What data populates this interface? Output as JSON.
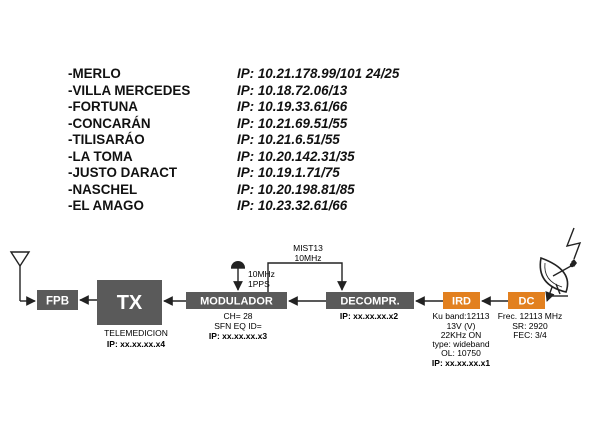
{
  "sites": [
    {
      "name": "-MERLO",
      "ip": "IP: 10.21.178.99/101 24/25"
    },
    {
      "name": "-VILLA MERCEDES",
      "ip": "IP: 10.18.72.06/13"
    },
    {
      "name": "-FORTUNA",
      "ip": "IP: 10.19.33.61/66"
    },
    {
      "name": "-CONCARÁN",
      "ip": "IP: 10.21.69.51/55"
    },
    {
      "name": "-TILISARÁO",
      "ip": "IP: 10.21.6.51/55"
    },
    {
      "name": "-LA TOMA",
      "ip": "IP: 10.20.142.31/35"
    },
    {
      "name": "-JUSTO DARACT",
      "ip": "IP: 10.19.1.71/75"
    },
    {
      "name": "-NASCHEL",
      "ip": "IP: 10.20.198.81/85"
    },
    {
      "name": "-EL AMAGO",
      "ip": "IP: 10.23.32.61/66"
    }
  ],
  "blocks": {
    "fpb": "FPB",
    "tx": "TX",
    "modulador": "MODULADOR",
    "decompr": "DECOMPR.",
    "ird": "IRD",
    "dc": "DC"
  },
  "tx_info": {
    "telemedicion": "TELEMEDICION",
    "ip": "IP: xx.xx.xx.x4"
  },
  "modulador_info": {
    "ch": "CH= 28",
    "sfn": "SFN EQ ID=",
    "ip": "IP: xx.xx.xx.x3"
  },
  "gps_info": {
    "ref1": "10MHz",
    "ref2": "1PPS"
  },
  "loop_info": {
    "mist": "MIST13",
    "ref": "10MHz"
  },
  "decompr_info": {
    "ip": "IP: xx.xx.xx.x2"
  },
  "ird_info": {
    "band": "Ku band:12113",
    "voltage": "13V (V)",
    "tone": "22KHz ON",
    "type": "type: wideband",
    "ol": "OL: 10750",
    "ip": "IP: xx.xx.xx.x1"
  },
  "dc_info": {
    "frec": "Frec. 12113 MHz",
    "sr": "SR: 2920",
    "fec": "FEC: 3/4"
  },
  "colors": {
    "block_gray": "#5a5a5a",
    "block_orange": "#e2801f",
    "line": "#222222"
  }
}
